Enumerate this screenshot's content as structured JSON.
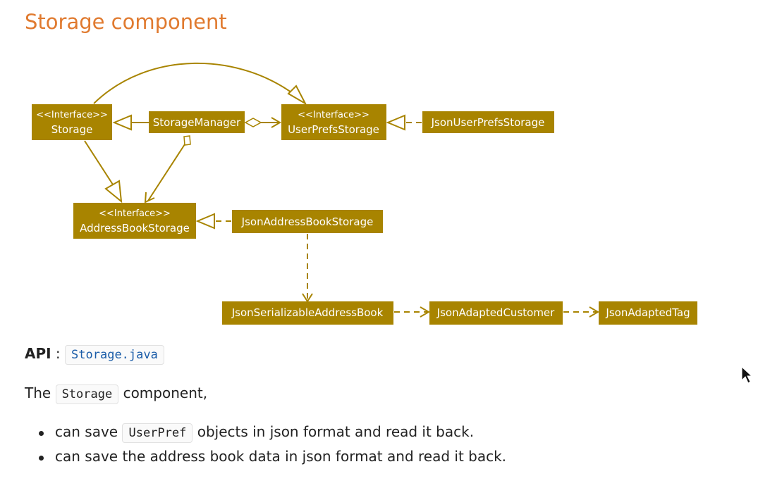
{
  "heading": "Storage component",
  "diagram": {
    "storage": {
      "stereotype": "<<Interface>>",
      "name": "Storage"
    },
    "storage_manager": {
      "name": "StorageManager"
    },
    "user_prefs_storage": {
      "stereotype": "<<Interface>>",
      "name": "UserPrefsStorage"
    },
    "json_user_prefs_storage": {
      "name": "JsonUserPrefsStorage"
    },
    "address_book_storage": {
      "stereotype": "<<Interface>>",
      "name": "AddressBookStorage"
    },
    "json_address_book_storage": {
      "name": "JsonAddressBookStorage"
    },
    "json_serializable_address_book": {
      "name": "JsonSerializableAddressBook"
    },
    "json_adapted_customer": {
      "name": "JsonAdaptedCustomer"
    },
    "json_adapted_tag": {
      "name": "JsonAdaptedTag"
    },
    "colors": {
      "box": "#a88400",
      "text": "#ffffff",
      "line": "#a88400"
    }
  },
  "api": {
    "label": "API",
    "separator": " : ",
    "link": "Storage.java"
  },
  "intro": {
    "prefix": "The",
    "code": "Storage",
    "suffix": "component,"
  },
  "bullets": [
    {
      "prefix": "can save",
      "code": "UserPref",
      "suffix": "objects in json format and read it back."
    },
    {
      "text": "can save the address book data in json format and read it back."
    }
  ],
  "colors": {
    "heading": "#e07a2f",
    "link": "#1a5ca8"
  }
}
